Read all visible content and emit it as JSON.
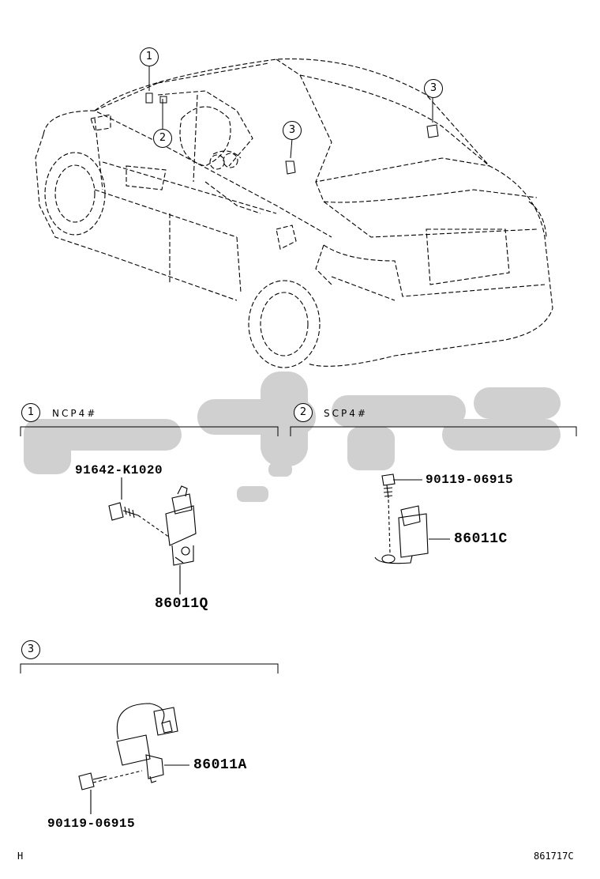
{
  "callouts": [
    {
      "num": "1"
    },
    {
      "num": "2"
    },
    {
      "num": "3"
    },
    {
      "num": "3"
    }
  ],
  "sections": [
    {
      "num": "1",
      "model": "NCP4#",
      "parts": [
        {
          "number": "91642-K1020"
        },
        {
          "number": "86011Q"
        }
      ]
    },
    {
      "num": "2",
      "model": "SCP4#",
      "parts": [
        {
          "number": "90119-06915"
        },
        {
          "number": "86011C"
        }
      ]
    },
    {
      "num": "3",
      "model": "",
      "parts": [
        {
          "number": "86011A"
        },
        {
          "number": "90119-06915"
        }
      ]
    }
  ],
  "footer": {
    "left": "H",
    "right": "861717C"
  },
  "colors": {
    "line": "#000000",
    "watermark": "#c8c8c8"
  }
}
